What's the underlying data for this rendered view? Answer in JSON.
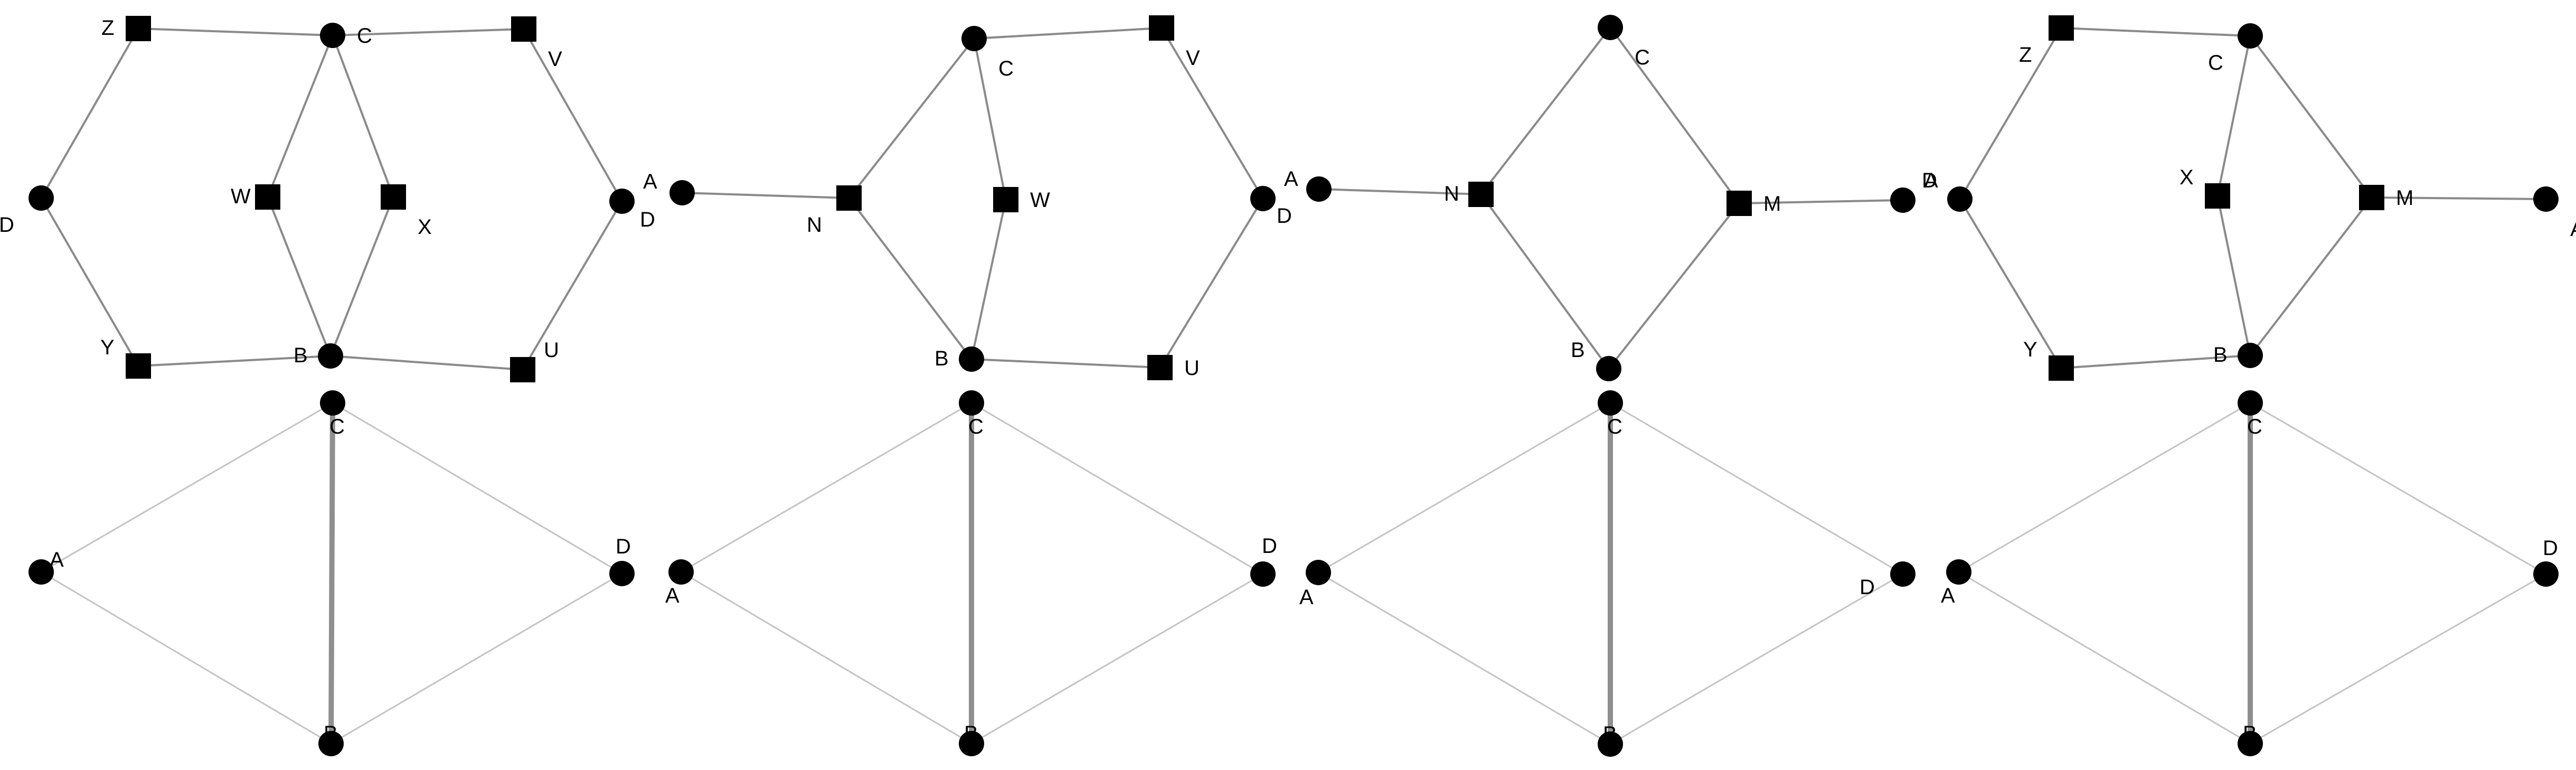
{
  "panels": [
    {
      "id": "p1",
      "top": {
        "nodes": [
          {
            "id": "Z",
            "shape": "square",
            "label": "Z",
            "label_pos": "left"
          },
          {
            "id": "C",
            "shape": "circle",
            "label": "C",
            "label_pos": "right"
          },
          {
            "id": "V",
            "shape": "square",
            "label": "V",
            "label_pos": "below-right"
          },
          {
            "id": "D",
            "shape": "circle",
            "label": "D",
            "label_pos": "below-left"
          },
          {
            "id": "W",
            "shape": "square",
            "label": "W",
            "label_pos": "left"
          },
          {
            "id": "X",
            "shape": "square",
            "label": "X",
            "label_pos": "below-right"
          },
          {
            "id": "A",
            "shape": "circle",
            "label": "A",
            "label_pos": "above-right"
          },
          {
            "id": "Y",
            "shape": "square",
            "label": "Y",
            "label_pos": "above-left"
          },
          {
            "id": "B",
            "shape": "circle",
            "label": "B",
            "label_pos": "left"
          },
          {
            "id": "U",
            "shape": "square",
            "label": "U",
            "label_pos": "above-right"
          }
        ],
        "edges": [
          [
            "Z",
            "C"
          ],
          [
            "C",
            "V"
          ],
          [
            "Z",
            "D"
          ],
          [
            "D",
            "Y"
          ],
          [
            "Y",
            "B"
          ],
          [
            "B",
            "U"
          ],
          [
            "V",
            "A"
          ],
          [
            "A",
            "U"
          ],
          [
            "C",
            "W"
          ],
          [
            "C",
            "X"
          ],
          [
            "W",
            "B"
          ],
          [
            "X",
            "B"
          ]
        ]
      },
      "bottom": {
        "nodes": [
          {
            "id": "C",
            "label": "C"
          },
          {
            "id": "A",
            "label": "A"
          },
          {
            "id": "D",
            "label": "D"
          },
          {
            "id": "B",
            "label": "B"
          }
        ],
        "edges": [
          [
            "C",
            "A"
          ],
          [
            "C",
            "D"
          ],
          [
            "A",
            "B"
          ],
          [
            "D",
            "B"
          ],
          [
            "C",
            "B"
          ]
        ]
      }
    },
    {
      "id": "p2",
      "top": {
        "nodes": [
          {
            "id": "C",
            "shape": "circle",
            "label": "C",
            "label_pos": "below-right"
          },
          {
            "id": "V",
            "shape": "square",
            "label": "V",
            "label_pos": "below-right"
          },
          {
            "id": "D",
            "shape": "circle",
            "label": "D",
            "label_pos": "below-left"
          },
          {
            "id": "N",
            "shape": "square",
            "label": "N",
            "label_pos": "below-left"
          },
          {
            "id": "W",
            "shape": "square",
            "label": "W",
            "label_pos": "right"
          },
          {
            "id": "A",
            "shape": "circle",
            "label": "A",
            "label_pos": "above-right"
          },
          {
            "id": "B",
            "shape": "circle",
            "label": "B",
            "label_pos": "left"
          },
          {
            "id": "U",
            "shape": "square",
            "label": "U",
            "label_pos": "right"
          }
        ],
        "edges": [
          [
            "C",
            "V"
          ],
          [
            "V",
            "A"
          ],
          [
            "A",
            "U"
          ],
          [
            "B",
            "U"
          ],
          [
            "N",
            "C"
          ],
          [
            "N",
            "B"
          ],
          [
            "D",
            "N"
          ],
          [
            "C",
            "W"
          ],
          [
            "W",
            "B"
          ]
        ]
      },
      "bottom": {
        "nodes": [
          {
            "id": "C",
            "label": "C"
          },
          {
            "id": "A",
            "label": "A"
          },
          {
            "id": "D",
            "label": "D"
          },
          {
            "id": "B",
            "label": "B"
          }
        ],
        "edges": [
          [
            "C",
            "A"
          ],
          [
            "C",
            "D"
          ],
          [
            "A",
            "B"
          ],
          [
            "D",
            "B"
          ],
          [
            "C",
            "B"
          ]
        ]
      }
    },
    {
      "id": "p3",
      "top": {
        "nodes": [
          {
            "id": "C",
            "shape": "circle",
            "label": "C",
            "label_pos": "below-right"
          },
          {
            "id": "D",
            "shape": "circle",
            "label": "D",
            "label_pos": "below-left"
          },
          {
            "id": "N",
            "shape": "square",
            "label": "N",
            "label_pos": "left"
          },
          {
            "id": "M",
            "shape": "square",
            "label": "M",
            "label_pos": "right"
          },
          {
            "id": "A",
            "shape": "circle",
            "label": "A",
            "label_pos": "above-right"
          },
          {
            "id": "B",
            "shape": "circle",
            "label": "B",
            "label_pos": "above-left"
          }
        ],
        "edges": [
          [
            "C",
            "N"
          ],
          [
            "C",
            "M"
          ],
          [
            "N",
            "B"
          ],
          [
            "M",
            "B"
          ],
          [
            "D",
            "N"
          ],
          [
            "M",
            "A"
          ]
        ]
      },
      "bottom": {
        "nodes": [
          {
            "id": "C",
            "label": "C"
          },
          {
            "id": "A",
            "label": "A"
          },
          {
            "id": "D",
            "label": "D"
          },
          {
            "id": "B",
            "label": "B"
          }
        ],
        "edges": [
          [
            "C",
            "A"
          ],
          [
            "C",
            "D"
          ],
          [
            "A",
            "B"
          ],
          [
            "D",
            "B"
          ],
          [
            "C",
            "B"
          ]
        ]
      }
    },
    {
      "id": "p4",
      "top": {
        "nodes": [
          {
            "id": "Z",
            "shape": "square",
            "label": "Z",
            "label_pos": "below-left"
          },
          {
            "id": "C",
            "shape": "circle",
            "label": "C",
            "label_pos": "below-left"
          },
          {
            "id": "D",
            "shape": "circle",
            "label": "D",
            "label_pos": "above-left"
          },
          {
            "id": "X",
            "shape": "square",
            "label": "X",
            "label_pos": "above-left"
          },
          {
            "id": "M",
            "shape": "square",
            "label": "M",
            "label_pos": "right"
          },
          {
            "id": "A",
            "shape": "circle",
            "label": "A",
            "label_pos": "below-right"
          },
          {
            "id": "Y",
            "shape": "square",
            "label": "Y",
            "label_pos": "above-left"
          },
          {
            "id": "B",
            "shape": "circle",
            "label": "B",
            "label_pos": "left"
          }
        ],
        "edges": [
          [
            "Z",
            "C"
          ],
          [
            "Z",
            "D"
          ],
          [
            "D",
            "Y"
          ],
          [
            "Y",
            "B"
          ],
          [
            "C",
            "X"
          ],
          [
            "X",
            "B"
          ],
          [
            "C",
            "M"
          ],
          [
            "M",
            "B"
          ],
          [
            "M",
            "A"
          ]
        ]
      },
      "bottom": {
        "nodes": [
          {
            "id": "C",
            "label": "C"
          },
          {
            "id": "A",
            "label": "A"
          },
          {
            "id": "D",
            "label": "D"
          },
          {
            "id": "B",
            "label": "B"
          }
        ],
        "edges": [
          [
            "C",
            "A"
          ],
          [
            "C",
            "D"
          ],
          [
            "A",
            "B"
          ],
          [
            "D",
            "B"
          ],
          [
            "C",
            "B"
          ]
        ]
      }
    }
  ]
}
